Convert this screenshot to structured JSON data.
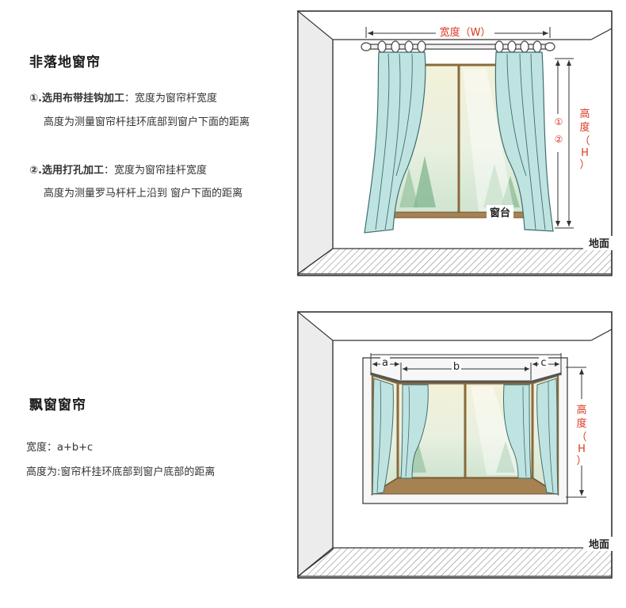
{
  "section1": {
    "title": "非落地窗帘",
    "item1_title": "①.选用布带挂钩加工",
    "item1_rest": "：宽度为窗帘杆宽度",
    "item1_line2": "高度为测量窗帘杆挂环底部到窗户下面的距离",
    "item2_title": "②.选用打孔加工",
    "item2_rest": "：宽度为窗帘挂杆宽度",
    "item2_line2": "高度为测量罗马杆杆上沿到 窗户下面的距离"
  },
  "figure1": {
    "width_label": "宽度（W）",
    "height_label": [
      "高",
      "度",
      "（",
      "H",
      "）"
    ],
    "marker1": "①",
    "marker2": "②",
    "sill_label": "窗台",
    "floor_label": "地面"
  },
  "section2": {
    "title": "飘窗窗帘",
    "line1": "宽度：a+b+c",
    "line2": "高度为:窗帘杆挂环底部到窗户底部的距离"
  },
  "figure2": {
    "label_a": "a",
    "label_b": "b",
    "label_c": "c",
    "height_label": [
      "高",
      "度",
      "（",
      "H",
      "）"
    ],
    "floor_label": "地面"
  },
  "colors": {
    "measure_red": "#d9391e",
    "frame_brown": "#8a6a3c",
    "curtain_blue": "#bfe3e0",
    "wall_line": "#333333"
  }
}
